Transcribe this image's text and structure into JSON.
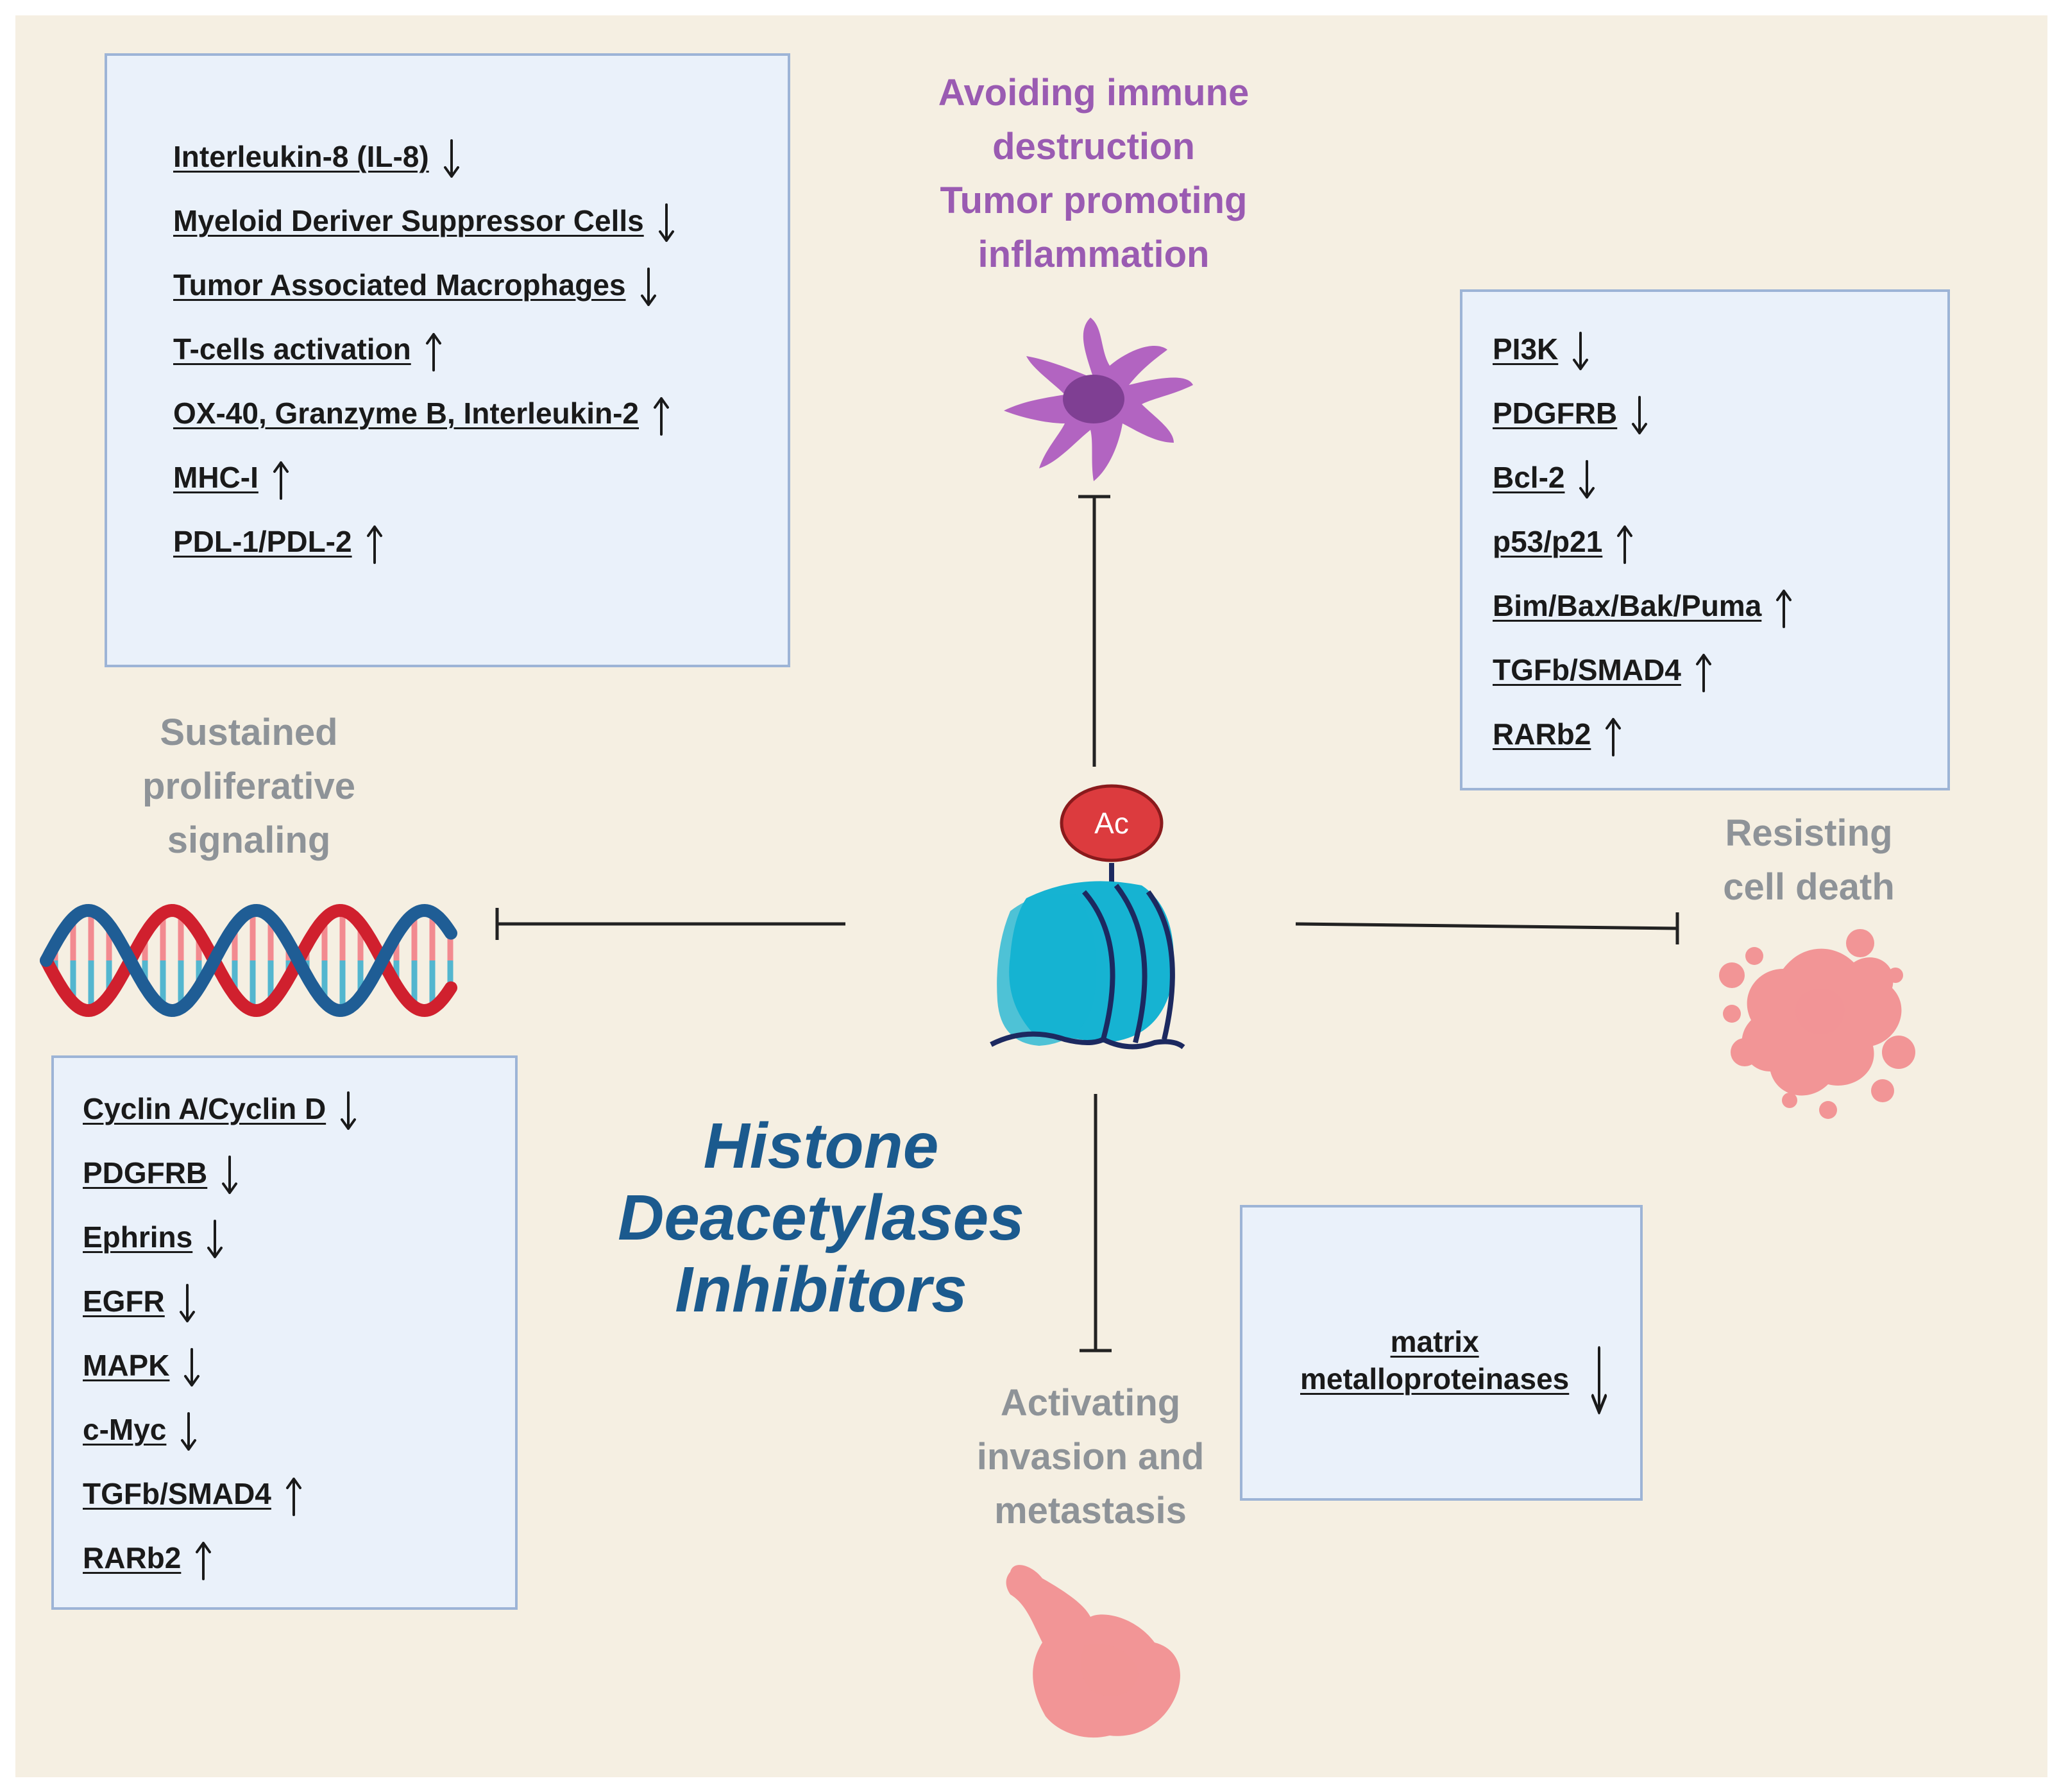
{
  "title": [
    "Histone",
    "Deacetylases",
    "Inhibitors"
  ],
  "hallmarks": {
    "immune": {
      "lines": [
        "Avoiding immune",
        "destruction",
        "Tumor promoting",
        "inflammation"
      ],
      "color": "#9a5bb2"
    },
    "proliferative": {
      "lines": [
        "Sustained",
        "proliferative",
        "signaling"
      ],
      "color": "#8e9398"
    },
    "cell_death": {
      "lines": [
        "Resisting",
        "cell death"
      ],
      "color": "#8e9398"
    },
    "invasion": {
      "lines": [
        "Activating",
        "invasion and",
        "metastasis"
      ],
      "color": "#8e9398"
    }
  },
  "acetyl_label": "Ac",
  "boxes": {
    "immune": [
      {
        "label": "Interleukin-8 (IL-8)",
        "direction": "down"
      },
      {
        "label": "Myeloid Deriver Suppressor Cells",
        "direction": "down"
      },
      {
        "label": "Tumor Associated Macrophages",
        "direction": "down"
      },
      {
        "label": "T-cells activation",
        "direction": "up"
      },
      {
        "label": "OX-40, Granzyme B, Interleukin-2",
        "direction": "up"
      },
      {
        "label": "MHC-I",
        "direction": "up"
      },
      {
        "label": "PDL-1/PDL-2",
        "direction": "up"
      }
    ],
    "cell_death": [
      {
        "label": "PI3K",
        "direction": "down"
      },
      {
        "label": "PDGFRB",
        "direction": "down"
      },
      {
        "label": "Bcl-2",
        "direction": "down"
      },
      {
        "label": "p53/p21",
        "direction": "up"
      },
      {
        "label": "Bim/Bax/Bak/Puma",
        "direction": "up"
      },
      {
        "label": "TGFb/SMAD4",
        "direction": "up"
      },
      {
        "label": "RARb2",
        "direction": "up"
      }
    ],
    "proliferative": [
      {
        "label": "Cyclin A/Cyclin D",
        "direction": "down"
      },
      {
        "label": "PDGFRB",
        "direction": "down"
      },
      {
        "label": "Ephrins",
        "direction": "down"
      },
      {
        "label": "EGFR",
        "direction": "down"
      },
      {
        "label": "MAPK",
        "direction": "down"
      },
      {
        "label": "c-Myc",
        "direction": "down"
      },
      {
        "label": "TGFb/SMAD4",
        "direction": "up"
      },
      {
        "label": "RARb2",
        "direction": "up"
      }
    ],
    "invasion": [
      {
        "label": "matrix\nmetalloproteinases",
        "direction": "down"
      }
    ]
  },
  "colors": {
    "background": "#f5efe2",
    "box_fill": "#eaf1fa",
    "box_border": "#9db4d6",
    "title": "#1b5a8e",
    "acetyl": "#dc3b3e",
    "nucleosome": "#16b3d2",
    "dna_red": "#d0202e",
    "dna_blue": "#1f5d95",
    "immune_cell": "#b264c1",
    "dying_cell": "#f29596",
    "metastatic_cell": "#f29596"
  }
}
